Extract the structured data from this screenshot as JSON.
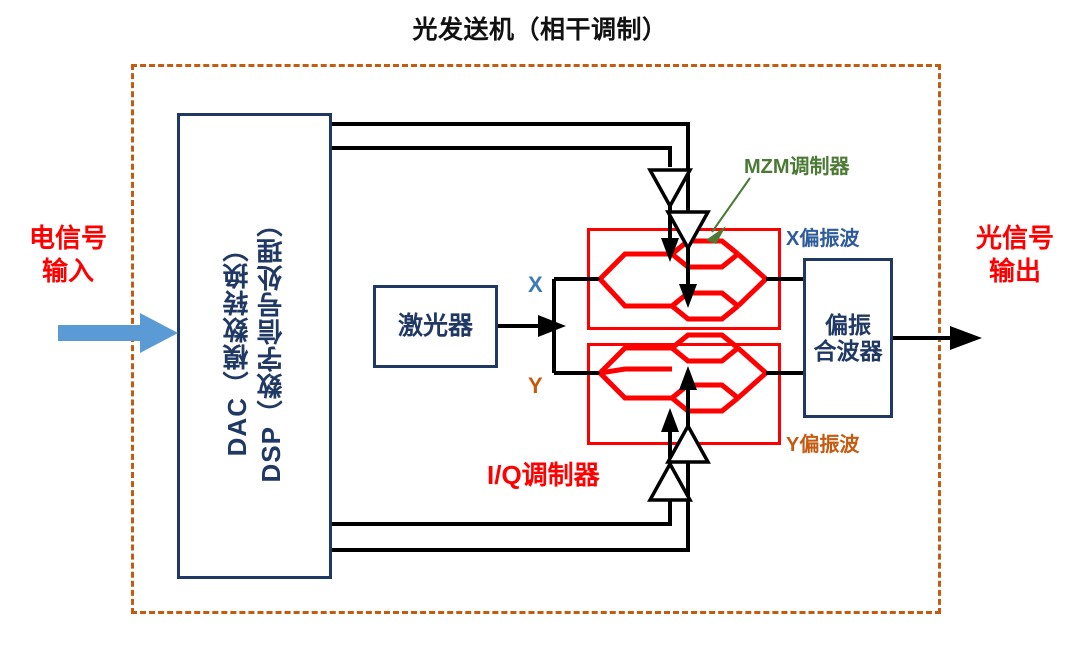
{
  "title": "光发送机（相干调制）",
  "labels": {
    "electrical_input": "电信号\n输入",
    "electrical_input_line1": "电信号",
    "electrical_input_line2": "输入",
    "optical_output_line1": "光信号",
    "optical_output_line2": "输出",
    "mzm": "MZM调制器",
    "x_polarization": "X偏振波",
    "y_polarization": "Y偏振波",
    "iq_modulator": "I/Q调制器",
    "x_branch": "X",
    "y_branch": "Y"
  },
  "blocks": {
    "dsp": "DSP（数字信号处理）",
    "dac": "DAC（模数转换）",
    "laser": "激光器",
    "polarization_combiner_line1": "偏振",
    "polarization_combiner_line2": "合波器"
  },
  "colors": {
    "enclosure_dashed": "#c55a11",
    "block_outline": "#1f3864",
    "block_text": "#1f3864",
    "modulator_red": "#ff0000",
    "accent_red_text": "#ff0000",
    "mzm_green": "#4a7a34",
    "x_blue": "#3d7ab8",
    "y_orange": "#c55a11",
    "input_arrow_blue": "#5b9bd5",
    "wire_black": "#000000",
    "title_black": "#111111"
  },
  "icons": {
    "input_arrow": "right-arrow-icon",
    "output_arrow": "right-arrow-icon",
    "driver_amplifier": "triangle-amplifier-icon",
    "callout_arrow": "callout-arrow-icon"
  }
}
